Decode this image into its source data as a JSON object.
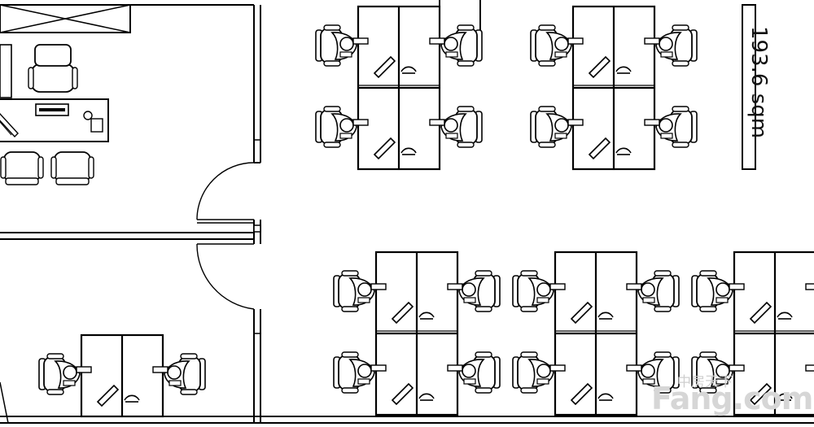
{
  "plan": {
    "area_label": "193.6 sqm",
    "line_color": "#000000",
    "background": "#ffffff"
  },
  "watermark": {
    "chinese": "中房天下",
    "text": "Fang.com",
    "color": "#d6d6d6"
  },
  "icons": {
    "workstation": "desk-cluster-icon",
    "chair": "office-chair-icon",
    "door": "door-swing-icon"
  }
}
